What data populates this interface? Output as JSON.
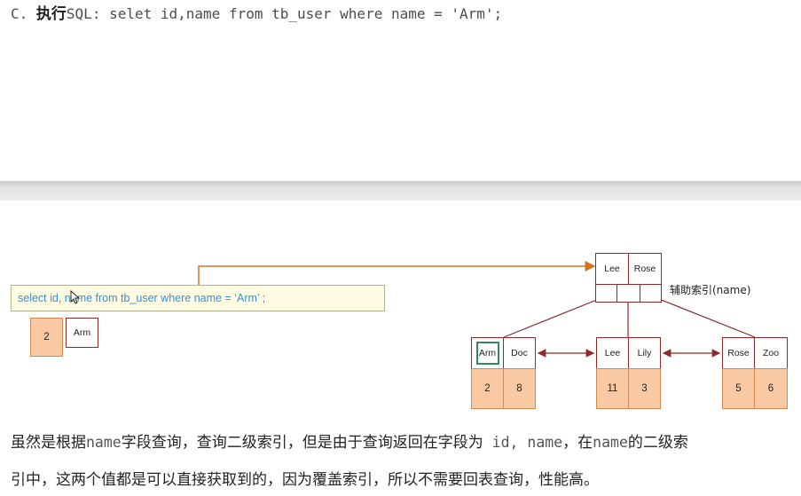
{
  "heading": {
    "prefix": "C. ",
    "zh_label": "执行",
    "sql_label": "SQL",
    "colon": ": ",
    "sql": "selet id,name from tb_user where name = 'Arm';"
  },
  "diagram": {
    "query_box": "select  id, name  from  tb_user  where  name = ‘Arm’ ;",
    "result_row": {
      "id": "2",
      "name": "Arm"
    },
    "index_label": "辅助索引(name)",
    "root": {
      "keys": [
        "Lee",
        "Rose"
      ]
    },
    "leaves": [
      {
        "keys": [
          "Arm",
          "Doc"
        ],
        "values": [
          "2",
          "8"
        ]
      },
      {
        "keys": [
          "Lee",
          "Lily"
        ],
        "values": [
          "11",
          "3"
        ]
      },
      {
        "keys": [
          "Rose",
          "Zoo"
        ],
        "values": [
          "5",
          "6"
        ]
      }
    ],
    "colors": {
      "node_border": "#8b2b2b",
      "value_fill": "#f8c9a2",
      "arrow": "#d4751e",
      "highlight": "#2e8b57",
      "query_text": "#3a8fd0"
    }
  },
  "explanation": {
    "line1_a": "虽然是根据",
    "line1_b": "name",
    "line1_c": "字段查询，查询二级索引，但是由于查询返回在字段为",
    "line1_d": " id, name",
    "line1_e": "，在",
    "line1_f": "name",
    "line1_g": "的二级索",
    "line2": "引中，这两个值都是可以直接获取到的，因为覆盖索引，所以不需要回表查询，性能高。"
  }
}
